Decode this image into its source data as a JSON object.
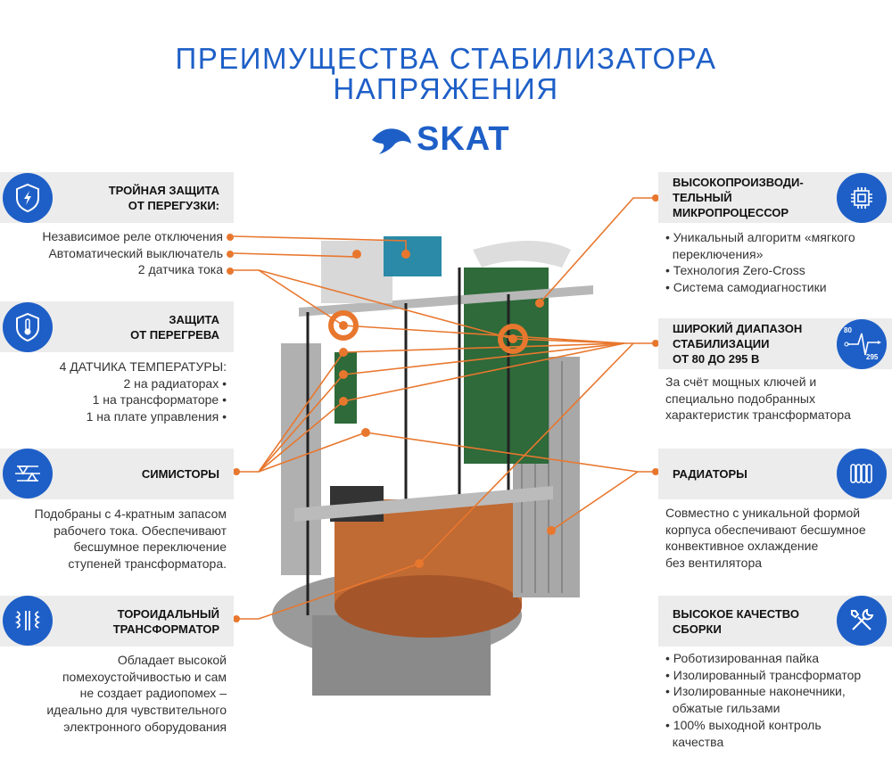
{
  "title": {
    "line1": "ПРЕИМУЩЕСТВА СТАБИЛИЗАТОРА",
    "line2": "НАПРЯЖЕНИЯ"
  },
  "logo": {
    "text": "SKAT",
    "icon": "stingray-icon"
  },
  "left": [
    {
      "icon": "shield-bolt-icon",
      "heading1": "ТРОЙНАЯ ЗАЩИТА",
      "heading2": "ОТ ПЕРЕГУЗКИ:",
      "items": [
        "Независимое реле отключения",
        "Автоматический выключатель",
        "2 датчика тока"
      ]
    },
    {
      "icon": "shield-thermometer-icon",
      "heading1": "ЗАЩИТА",
      "heading2": "ОТ ПЕРЕГРЕВА",
      "intro": "4 ДАТЧИКА ТЕМПЕРАТУРЫ:",
      "items": [
        "2 на радиаторах •",
        "1 на трансформаторе •",
        "1 на плате управления •"
      ]
    },
    {
      "icon": "triac-icon",
      "heading1": "СИМИСТОРЫ",
      "lines": [
        "Подобраны с 4-кратным запасом",
        "рабочего тока. Обеспечивают",
        "бесшумное переключение",
        "ступеней трансформатора."
      ]
    },
    {
      "icon": "transformer-icon",
      "heading1": "ТОРОИДАЛЬНЫЙ",
      "heading2": "ТРАНСФОРМАТОР",
      "lines": [
        "Обладает высокой",
        "помехоустойчивостью и сам",
        "не создает радиопомех –",
        "идеально для чувствительного",
        "электронного оборудования"
      ]
    }
  ],
  "right": [
    {
      "icon": "microchip-icon",
      "heading1": "ВЫСОКОПРОИЗВОДИ-",
      "heading2": "ТЕЛЬНЫЙ",
      "heading3": "МИКРОПРОЦЕССОР",
      "lines": [
        "• Уникальный алгоритм «мягкого",
        "  переключения»",
        "• Технология Zero-Cross",
        "• Система самодиагностики"
      ]
    },
    {
      "icon": "voltage-range-icon",
      "icon_low": "80",
      "icon_high": "295",
      "heading1": "ШИРОКИЙ ДИАПАЗОН",
      "heading2": "СТАБИЛИЗАЦИИ",
      "heading3": "ОТ 80 ДО 295 В",
      "lines": [
        "За счёт мощных ключей и",
        "специально подобранных",
        "характеристик трансформатора"
      ]
    },
    {
      "icon": "radiator-icon",
      "heading1": "РАДИАТОРЫ",
      "lines": [
        "Совместно с уникальной формой",
        "корпуса обеспечивают бесшумное",
        "конвективное охлаждение",
        "без вентилятора"
      ]
    },
    {
      "icon": "tools-icon",
      "heading1": "ВЫСОКОЕ КАЧЕСТВО",
      "heading2": "СБОРКИ",
      "lines": [
        "• Роботизированная пайка",
        "• Изолированный трансформатор",
        "• Изолированные наконечники,",
        "  обжатые гильзами",
        "• 100% выходной контроль",
        "  качества"
      ]
    }
  ],
  "colors": {
    "accent": "#1e5fc7",
    "leader": "#e8772e",
    "panel": "#ececec"
  }
}
